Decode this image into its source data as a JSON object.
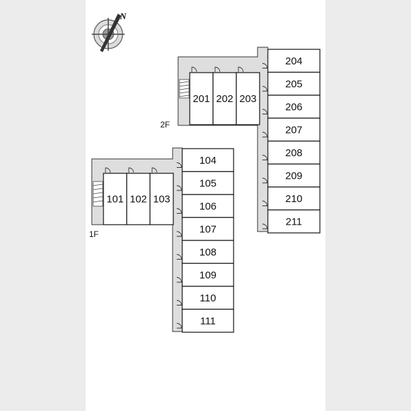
{
  "compass": {
    "north_label": "N",
    "icon": "compass-rose-icon"
  },
  "floors": [
    {
      "label": "2F",
      "rooms_top_row": [
        "201",
        "202",
        "203"
      ],
      "rooms_column": [
        "204",
        "205",
        "206",
        "207",
        "208",
        "209",
        "210",
        "211"
      ]
    },
    {
      "label": "1F",
      "rooms_top_row": [
        "101",
        "102",
        "103"
      ],
      "rooms_column": [
        "104",
        "105",
        "106",
        "107",
        "108",
        "109",
        "110",
        "111"
      ]
    }
  ]
}
